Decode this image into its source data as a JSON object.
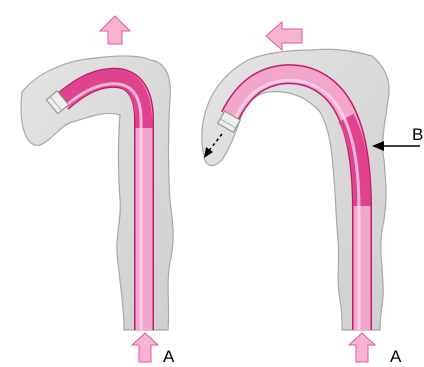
{
  "labels": {
    "a_left": "A",
    "a_right": "A",
    "b": "B"
  },
  "colors": {
    "lumen_fill": "#d6d6d6",
    "lumen_stroke": "#a8a8a8",
    "scope_light": "#f2a6cc",
    "scope_dark": "#e0438e",
    "scope_edge": "#c21a6b",
    "arrow_fill": "#f7b3d2",
    "arrow_stroke": "#e05a99",
    "tip_fill": "#eeeeee",
    "tip_stroke": "#8a8a8a",
    "label_arrow": "#000000"
  },
  "icons": {
    "push_arrow": "block-arrow-up",
    "retract_arrow": "block-arrow-left",
    "tip_direction": "dashed-arrow-down-left",
    "pointer": "line-arrow-left"
  }
}
